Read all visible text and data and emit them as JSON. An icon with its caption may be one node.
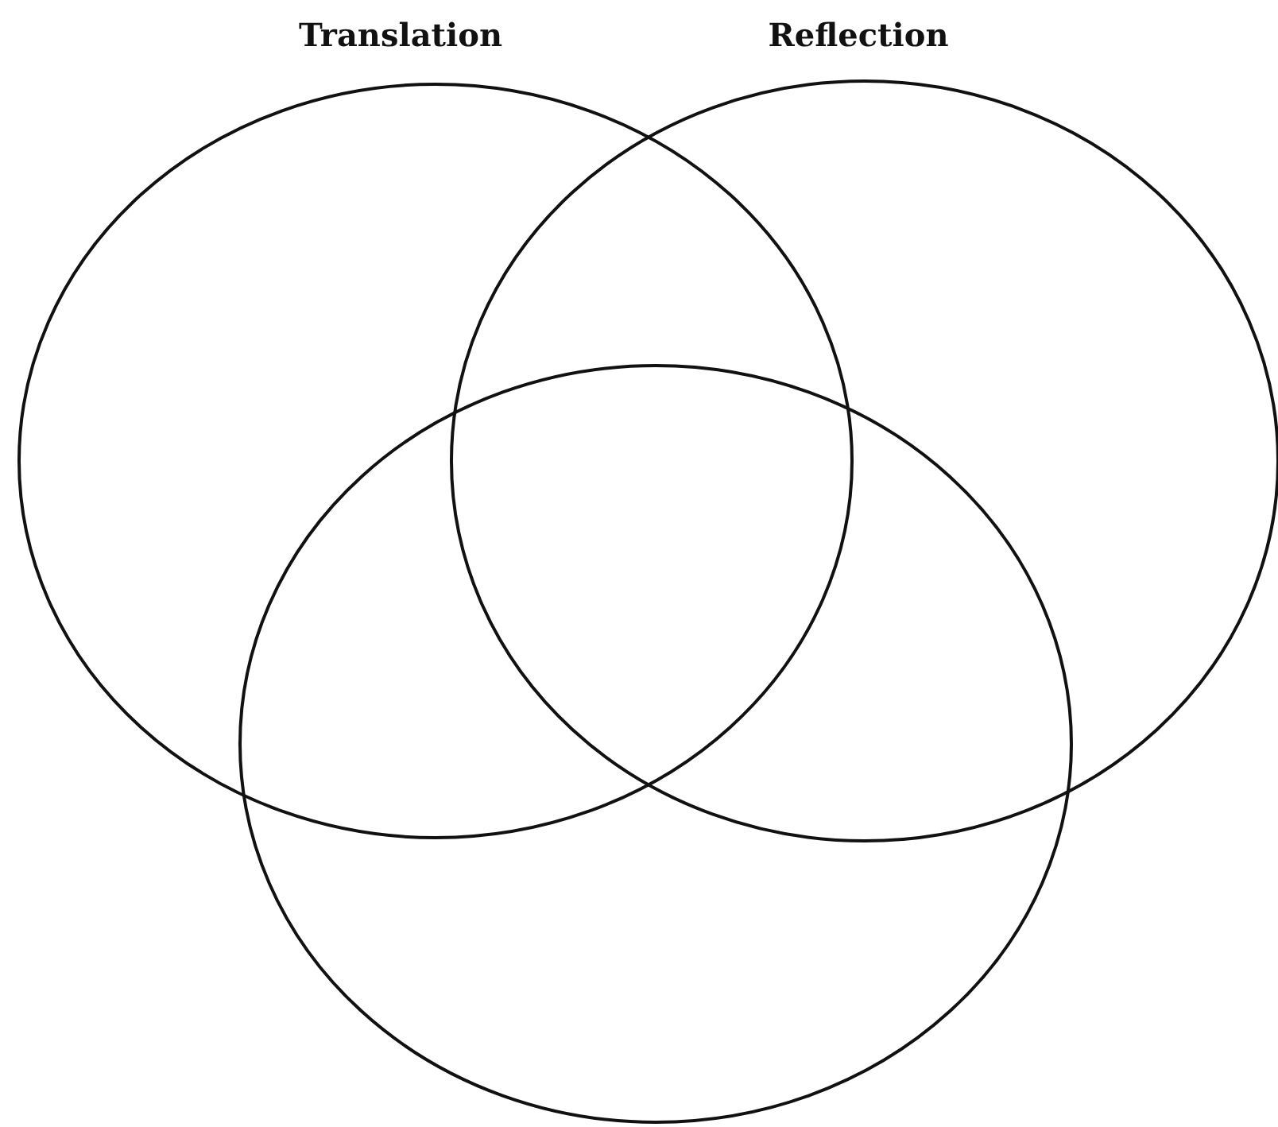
{
  "diagram": {
    "nodes": [
      {
        "text": [
          "Translation"
        ]
      },
      {
        "text": [
          "Reflection"
        ]
      },
      {
        "text": [],
        "shape": "circle"
      }
    ]
  }
}
